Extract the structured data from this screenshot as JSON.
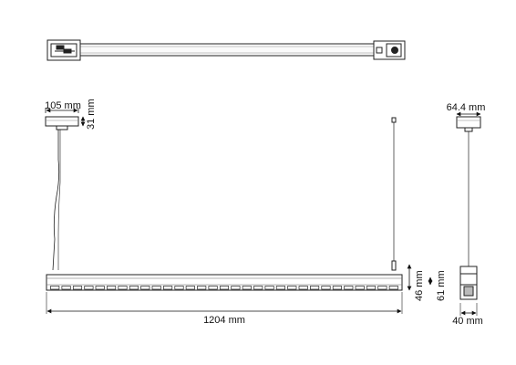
{
  "dimensions": {
    "canopy_width": "105 mm",
    "canopy_height": "31 mm",
    "canopy_depth": "64.4 mm",
    "luminaire_length": "1204 mm",
    "luminaire_height": "46 mm",
    "overall_height": "61 mm",
    "luminaire_width": "40 mm"
  },
  "colors": {
    "line": "#222222",
    "light_grey": "#dddddd",
    "mid_grey": "#bbbbbb"
  }
}
